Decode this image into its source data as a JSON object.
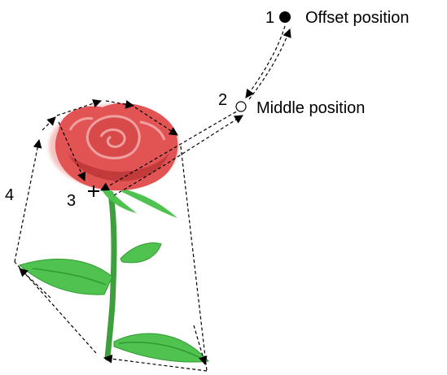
{
  "labels": {
    "offset_number": "1",
    "offset_text": "Offset position",
    "middle_number": "2",
    "middle_text": "Middle position",
    "hotspot_number": "3",
    "outline_number": "4"
  },
  "colors": {
    "line": "#000000",
    "petal": "#e25454",
    "petal_dark": "#c23a3a",
    "petal_light": "#f0a0a0",
    "leaf": "#4fc24f",
    "leaf_dark": "#2f9a2f",
    "stem": "#3f9f3f"
  },
  "icons": {
    "offset_marker": "filled-circle",
    "middle_marker": "hollow-circle",
    "hotspot_marker": "crosshair-icon"
  }
}
